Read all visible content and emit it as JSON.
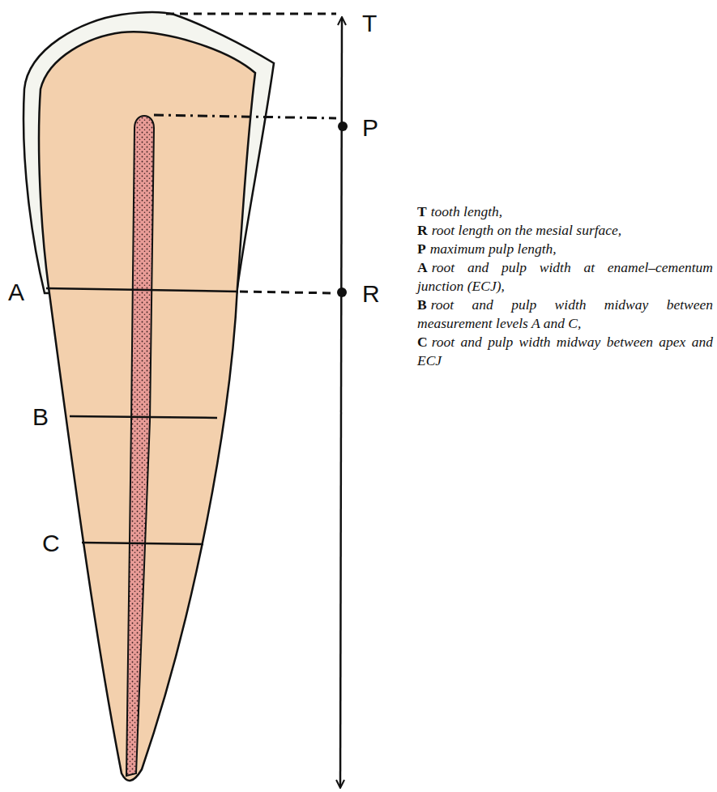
{
  "diagram": {
    "labels": [
      "T",
      "P",
      "R",
      "A",
      "B",
      "C",
      "T",
      "tooth length,",
      "R",
      "root length on the mesial surface,",
      "P",
      "maximum pulp length,",
      "A",
      "root and pulp width at enamel–cementum junction (ECJ),",
      "B",
      "root and pulp width midway between measurement levels A and C,",
      "C",
      "root and pulp width midway between apex and ECJ"
    ]
  }
}
